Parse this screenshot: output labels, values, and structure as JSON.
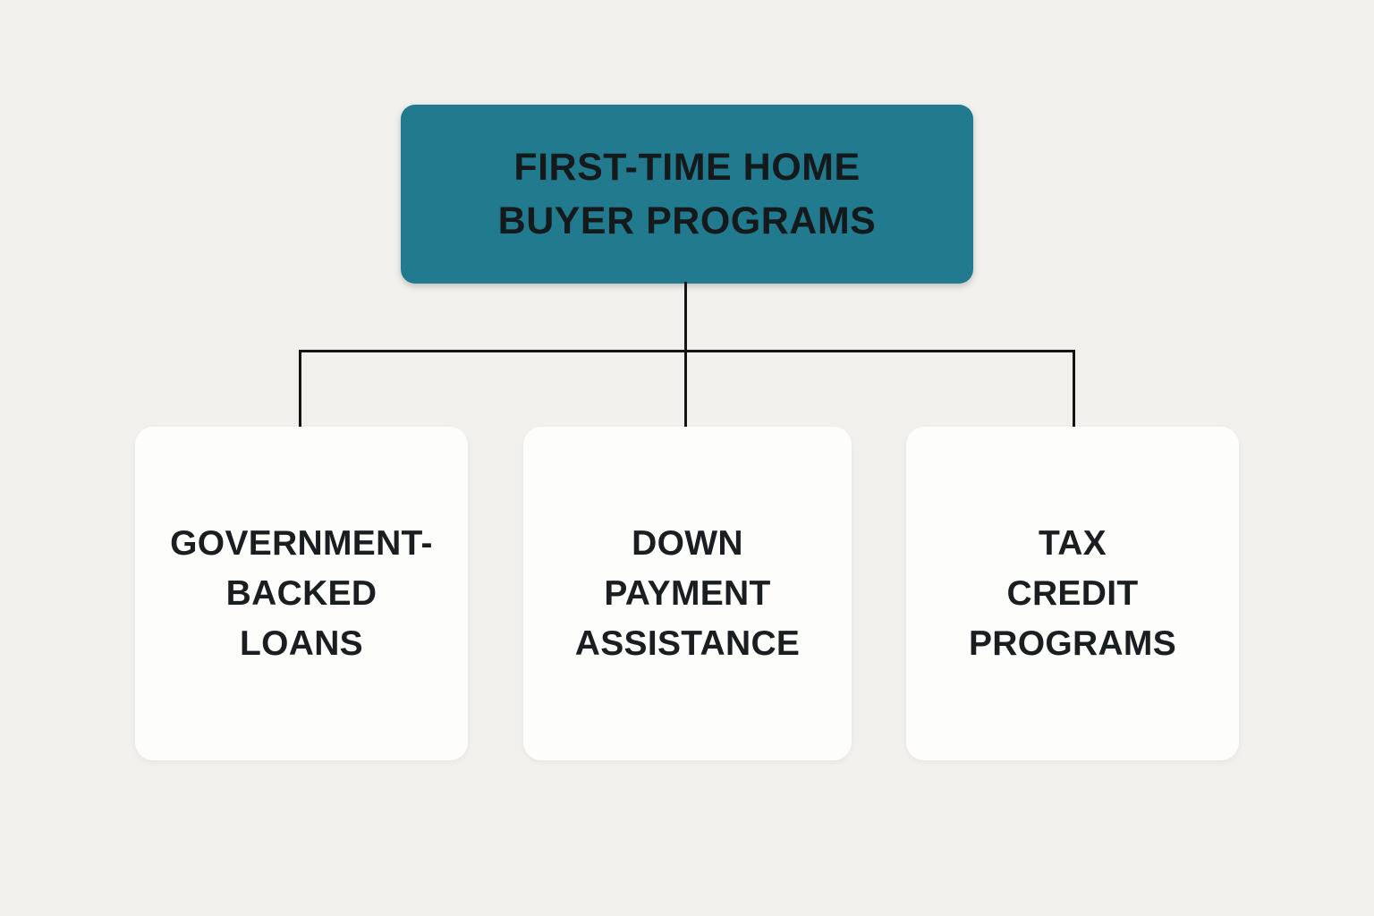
{
  "diagram": {
    "title_node": {
      "label": "FIRST-TIME HOME\nBUYER PROGRAMS"
    },
    "children": [
      {
        "label": "GOVERNMENT-\nBACKED\nLOANS"
      },
      {
        "label": "DOWN\nPAYMENT\nASSISTANCE"
      },
      {
        "label": "TAX\nCREDIT\nPROGRAMS"
      }
    ],
    "colors": {
      "background": "#f2f0ed",
      "root_fill": "#227a8e",
      "root_text": "#14191c",
      "child_fill": "#fdfdfc",
      "child_text": "#1b1e21",
      "connector": "#141414"
    }
  }
}
